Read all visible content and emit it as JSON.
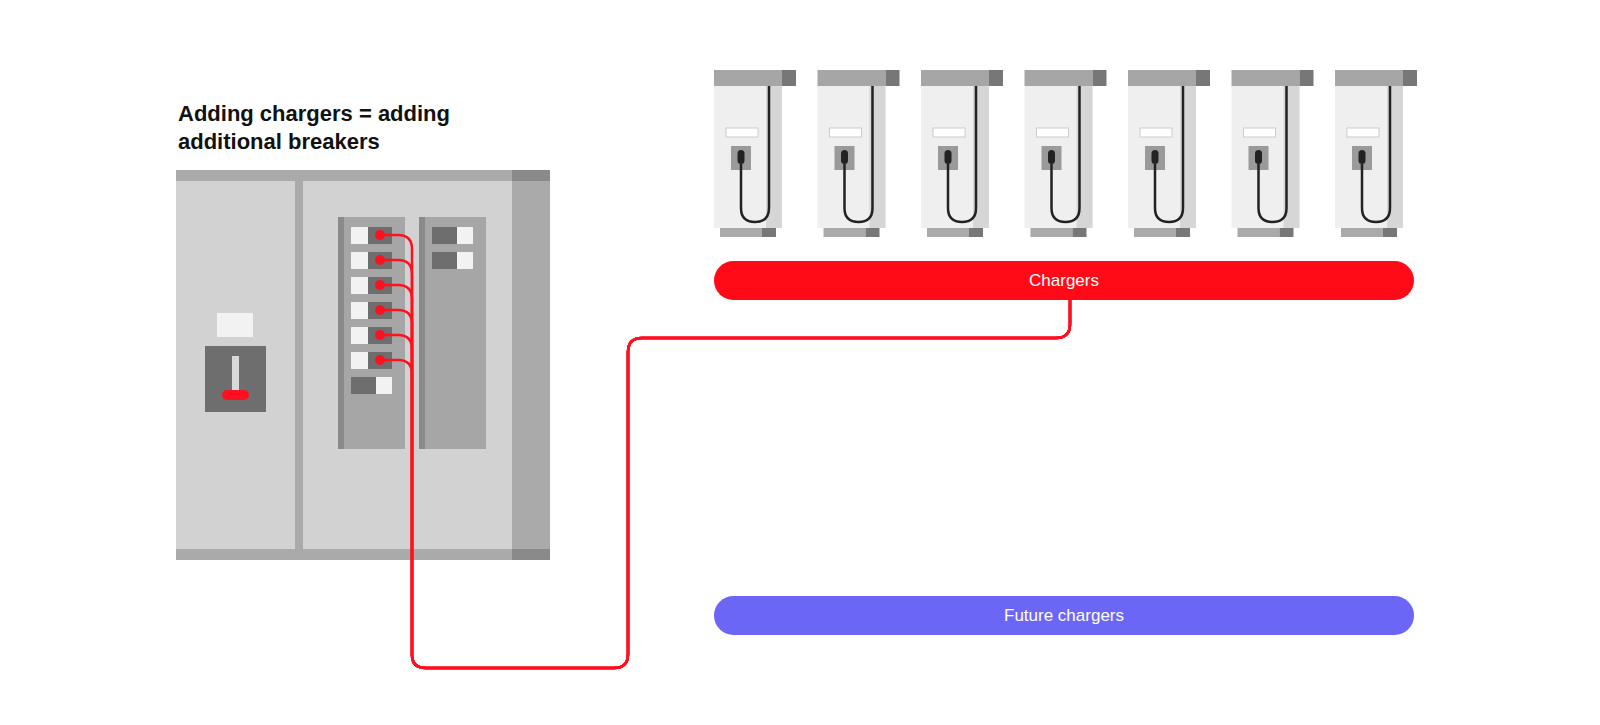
{
  "diagram": {
    "title": "Adding chargers = adding additional breakers",
    "nodes": [
      {
        "text": [
          "Chargers"
        ]
      },
      {
        "text": [
          "Future chargers"
        ]
      }
    ]
  }
}
